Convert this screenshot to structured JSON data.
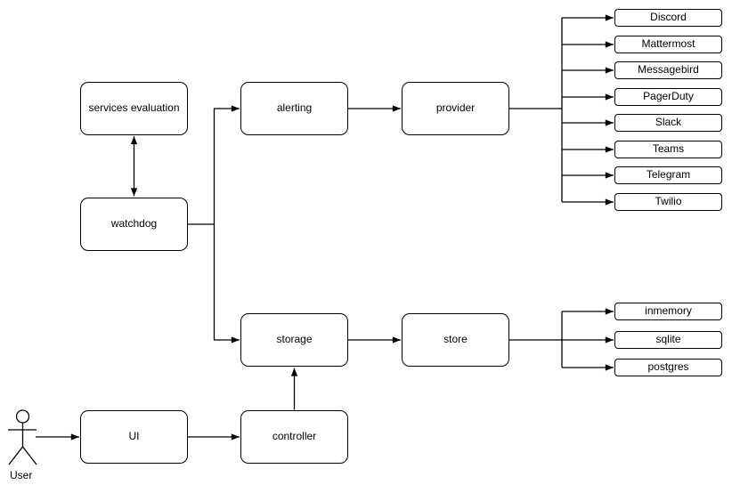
{
  "nodes": {
    "services_evaluation": "services evaluation",
    "watchdog": "watchdog",
    "alerting": "alerting",
    "provider": "provider",
    "storage": "storage",
    "store": "store",
    "ui": "UI",
    "controller": "controller"
  },
  "actor": {
    "label": "User"
  },
  "providers": [
    "Discord",
    "Mattermost",
    "Messagebird",
    "PagerDuty",
    "Slack",
    "Teams",
    "Telegram",
    "Twilio"
  ],
  "stores": [
    "inmemory",
    "sqlite",
    "postgres"
  ],
  "edges": [
    {
      "from": "watchdog",
      "to": "services evaluation",
      "direction": "both"
    },
    {
      "from": "watchdog",
      "to": "alerting",
      "direction": "forward"
    },
    {
      "from": "watchdog",
      "to": "storage",
      "direction": "forward"
    },
    {
      "from": "alerting",
      "to": "provider",
      "direction": "forward"
    },
    {
      "from": "provider",
      "to": "Discord",
      "direction": "forward"
    },
    {
      "from": "provider",
      "to": "Mattermost",
      "direction": "forward"
    },
    {
      "from": "provider",
      "to": "Messagebird",
      "direction": "forward"
    },
    {
      "from": "provider",
      "to": "PagerDuty",
      "direction": "forward"
    },
    {
      "from": "provider",
      "to": "Slack",
      "direction": "forward"
    },
    {
      "from": "provider",
      "to": "Teams",
      "direction": "forward"
    },
    {
      "from": "provider",
      "to": "Telegram",
      "direction": "forward"
    },
    {
      "from": "provider",
      "to": "Twilio",
      "direction": "forward"
    },
    {
      "from": "storage",
      "to": "store",
      "direction": "forward"
    },
    {
      "from": "store",
      "to": "inmemory",
      "direction": "forward"
    },
    {
      "from": "store",
      "to": "sqlite",
      "direction": "forward"
    },
    {
      "from": "store",
      "to": "postgres",
      "direction": "forward"
    },
    {
      "from": "controller",
      "to": "storage",
      "direction": "forward"
    },
    {
      "from": "UI",
      "to": "controller",
      "direction": "forward"
    },
    {
      "from": "User",
      "to": "UI",
      "direction": "forward"
    }
  ],
  "colors": {
    "line": "#000000",
    "node_fill": "#ffffff",
    "node_border": "#000000",
    "background": "#ffffff",
    "text": "#000000"
  }
}
